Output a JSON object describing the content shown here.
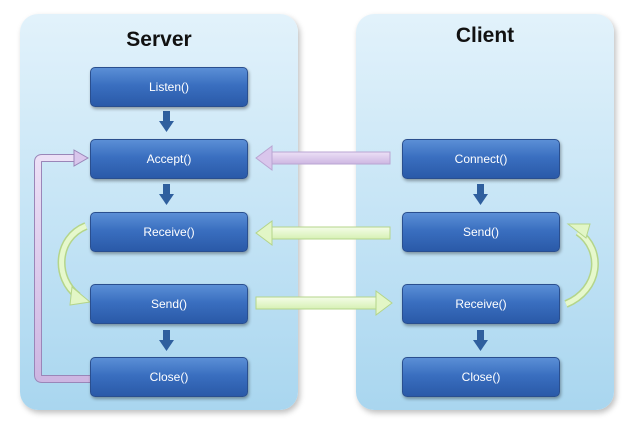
{
  "server": {
    "title": "Server",
    "steps": [
      "Listen()",
      "Accept()",
      "Receive()",
      "Send()",
      "Close()"
    ]
  },
  "client": {
    "title": "Client",
    "steps": [
      "Connect()",
      "Send()",
      "Receive()",
      "Close()"
    ]
  },
  "colors": {
    "box_top": "#5b8fd6",
    "box_bottom": "#2a5aa8",
    "panel": "#c3e3f5",
    "connect_arrow": "#dcc8ec",
    "data_arrow": "#e6f8cc",
    "down_arrow": "#2f5f9e"
  }
}
